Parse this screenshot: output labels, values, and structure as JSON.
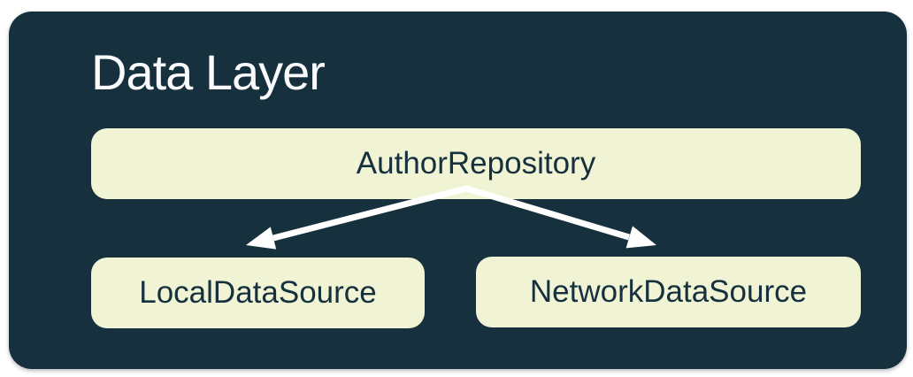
{
  "diagram": {
    "title": "Data Layer",
    "nodes": [
      {
        "id": "author-repository",
        "label": "AuthorRepository"
      },
      {
        "id": "local-data-source",
        "label": "LocalDataSource"
      },
      {
        "id": "network-data-source",
        "label": "NetworkDataSource"
      }
    ],
    "edges": [
      {
        "from": "author-repository",
        "to": "local-data-source"
      },
      {
        "from": "author-repository",
        "to": "network-data-source"
      }
    ],
    "colors": {
      "page_background": "#ffffff",
      "container_background": "#16303E",
      "node_fill": "#F0F4D4",
      "node_text": "#16303E",
      "title_text": "#FAFBFC",
      "arrow": "#FFFFFF"
    }
  }
}
